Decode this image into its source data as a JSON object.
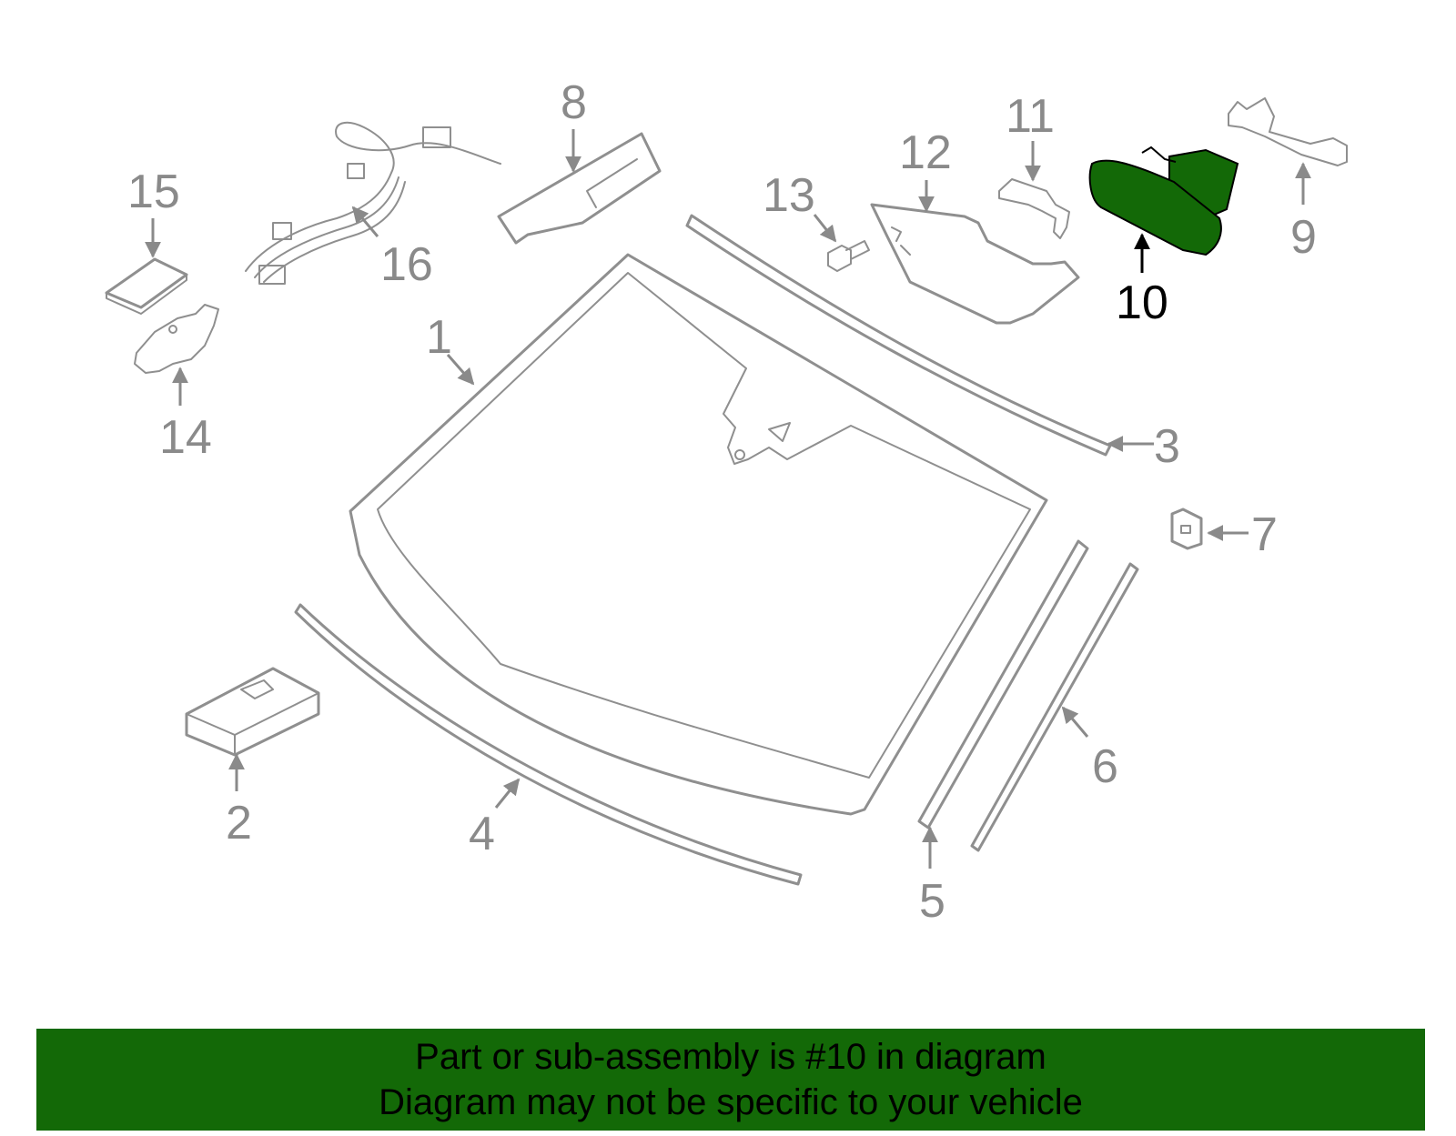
{
  "colors": {
    "highlight": "#136907",
    "part_stroke": "#8f8f8f",
    "label": "#8a8a8a",
    "active_label": "#000000"
  },
  "callouts": {
    "c1": "1",
    "c2": "2",
    "c3": "3",
    "c4": "4",
    "c5": "5",
    "c6": "6",
    "c7": "7",
    "c8": "8",
    "c9": "9",
    "c10": "10",
    "c11": "11",
    "c12": "12",
    "c13": "13",
    "c14": "14",
    "c15": "15",
    "c16": "16"
  },
  "highlighted_part": "10",
  "banner": {
    "line1": "Part or sub-assembly is #10 in diagram",
    "line2": "Diagram may not be specific to your vehicle"
  }
}
